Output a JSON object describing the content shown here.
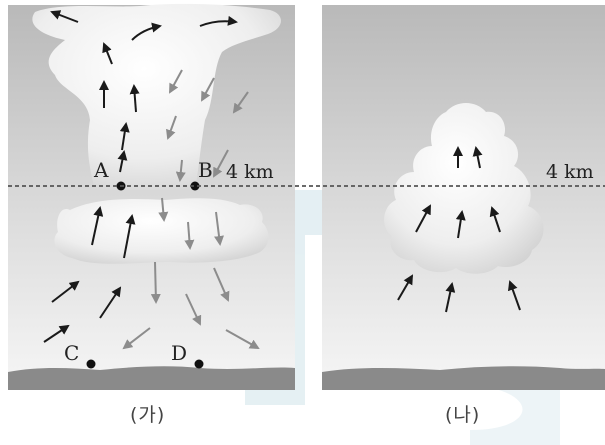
{
  "panels": [
    {
      "caption": "(가)"
    },
    {
      "caption": "(나)"
    }
  ],
  "points": {
    "a": "A",
    "b": "B",
    "c": "C",
    "d": "D"
  },
  "altitude": {
    "left": "4 km",
    "right": "4 km"
  },
  "colors": {
    "panel_top": "#bdbdbd",
    "panel_bottom": "#f4f4f4",
    "cloud": "#e9e9e9",
    "ground": "#8a8a8a",
    "updraft": "#1a1a1a",
    "downdraft": "#8c8c8c",
    "dashed_line": "#555555",
    "watermark": "#cfe3ea"
  }
}
